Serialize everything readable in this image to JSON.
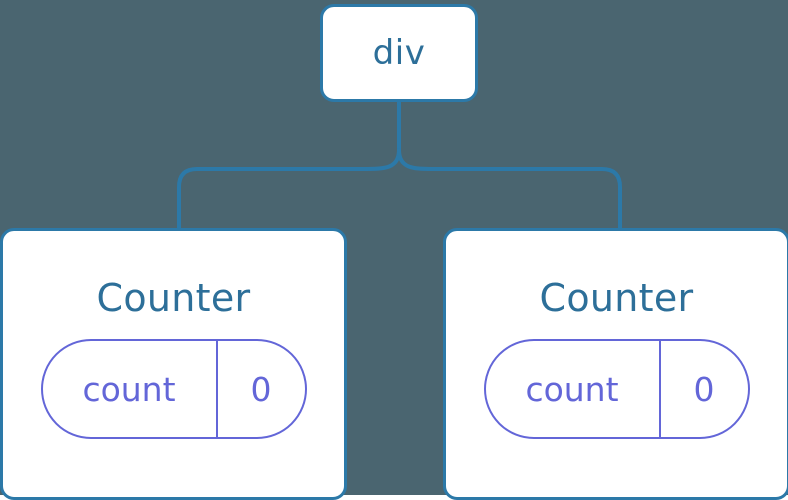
{
  "diagram": {
    "type": "component-tree",
    "background_color": "#4a6570",
    "node_border_color": "#2c79a8",
    "node_text_color": "#2d6f99",
    "state_color": "#6366d8",
    "connector_color": "#2c79a8",
    "root": {
      "label": "div"
    },
    "children": [
      {
        "label": "Counter",
        "state": {
          "key": "count",
          "value": "0"
        }
      },
      {
        "label": "Counter",
        "state": {
          "key": "count",
          "value": "0"
        }
      }
    ]
  }
}
